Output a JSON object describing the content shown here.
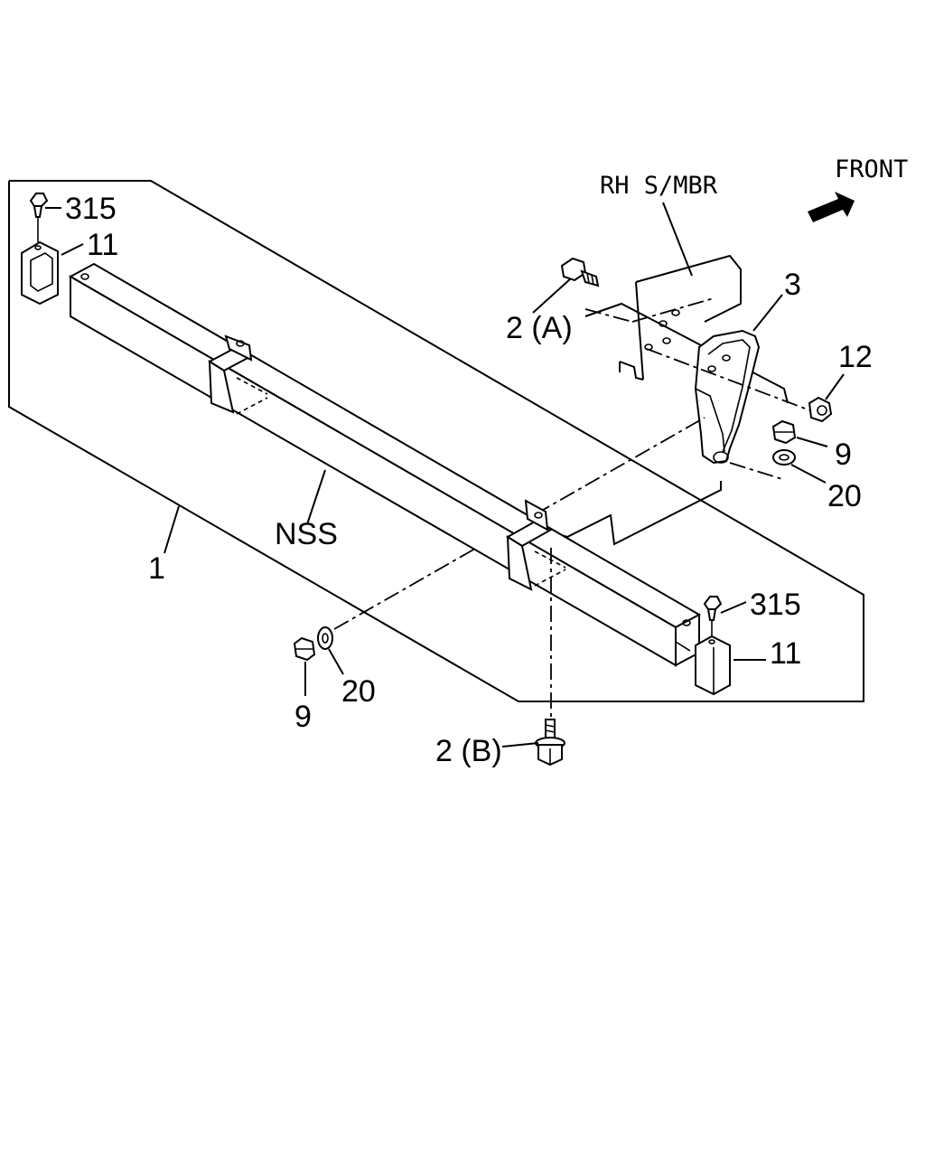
{
  "header": {
    "front_label": "FRONT",
    "frame_label": "RH S/MBR"
  },
  "callouts": {
    "part_1": "1",
    "part_2a": "2 (A)",
    "part_2b": "2 (B)",
    "part_3": "3",
    "part_9_right": "9",
    "part_9_left": "9",
    "part_11_left": "11",
    "part_11_right": "11",
    "part_12": "12",
    "part_20_right": "20",
    "part_20_left": "20",
    "part_315_left": "315",
    "part_315_right": "315",
    "nss": "NSS"
  },
  "icons": [
    "front-arrow-icon"
  ]
}
